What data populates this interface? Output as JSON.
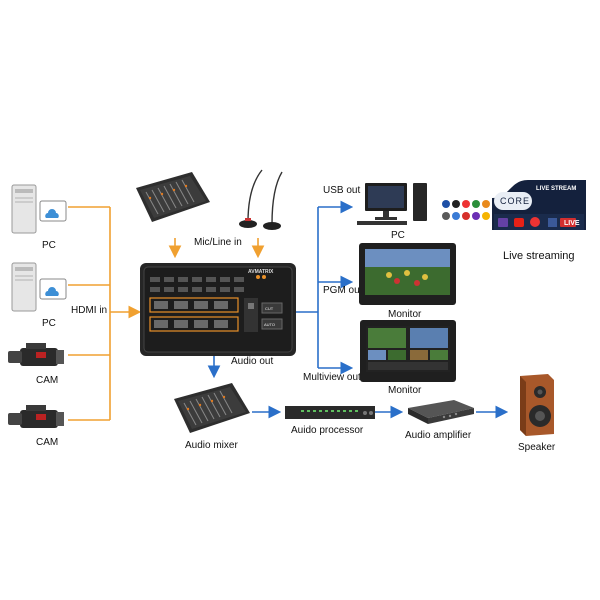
{
  "diagram": {
    "inputs": [
      {
        "label": "PC"
      },
      {
        "label": "PC"
      },
      {
        "label": "CAM"
      },
      {
        "label": "CAM"
      }
    ],
    "hdmi_in_label": "HDMI in",
    "mic_line_label": "Mic/Line in",
    "switcher_brand": "AVMATRIX",
    "switcher_buttons": [
      "CUT",
      "AUTO"
    ],
    "audio_out_label": "Audio out",
    "audio_mixer_label": "Audio mixer",
    "audio_processor_label": "Auido processor",
    "audio_amplifier_label": "Audio amplifier",
    "speaker_label": "Speaker",
    "outputs": {
      "usb_out_label": "USB out",
      "pc_label": "PC",
      "pgm_out_label": "PGM out",
      "monitor1_label": "Monitor",
      "multiview_out_label": "Multiview out",
      "monitor2_label": "Monitor"
    },
    "live_streaming": {
      "logo_text": "CORE",
      "badge_text": "LIVE STREAM",
      "caption": "Live streaming",
      "live_tag": "LIVE"
    },
    "colors": {
      "hdmi_arrow": "#f0a030",
      "output_arrow": "#2a6fc9",
      "device_dark": "#2b2b2b"
    }
  }
}
